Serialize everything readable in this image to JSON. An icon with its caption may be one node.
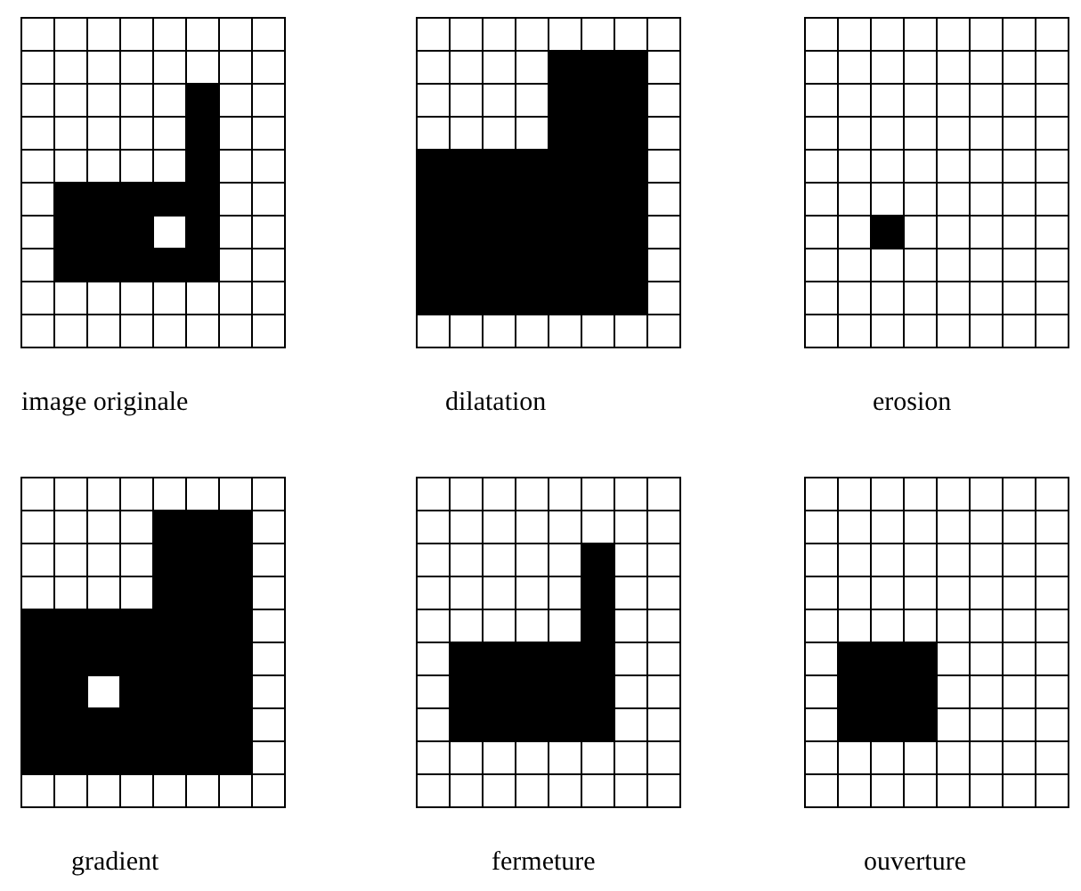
{
  "diagram": {
    "labels": [
      "image originale",
      "dilatation",
      "erosion",
      "gradient",
      "fermeture",
      "ouverture"
    ]
  }
}
